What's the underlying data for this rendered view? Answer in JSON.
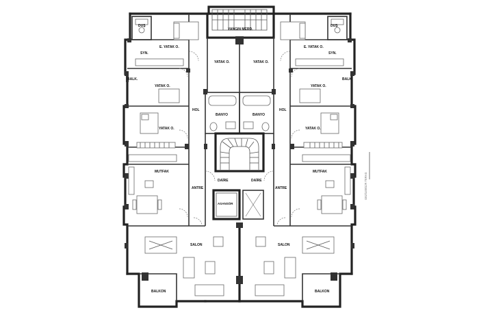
{
  "labels": {
    "yangin_merd": "YANGIN MERD.",
    "dus_left": "DUŞ",
    "dus_right": "DUŞ",
    "e_yatak_left": "E. YATAK O.",
    "e_yatak_right": "E. YATAK O.",
    "syn_left": "SYN.",
    "syn_right": "SYN.",
    "yatak_top_left": "YATAK O.",
    "yatak_top_right": "YATAK O.",
    "balk_left": "BALK.",
    "balk_right": "BALK.",
    "yatak_mid_left": "YATAK O.",
    "yatak_mid_right": "YATAK O.",
    "hol_left": "HOL",
    "hol_right": "HOL",
    "banyo_left": "BANYO",
    "banyo_right": "BANYO",
    "yatak_low_left": "YATAK O.",
    "yatak_low_right": "YATAK O.",
    "mutfak_left": "MUTFAK",
    "mutfak_right": "MUTFAK",
    "daire_left": "DAİRE",
    "daire_right": "DAİRE",
    "antre_left": "ANTRE",
    "antre_right": "ANTRE",
    "asansor": "ASANSÖR",
    "salon_left": "SALON",
    "salon_right": "SALON",
    "balkon_left": "BALKON",
    "balkon_right": "BALKON",
    "side_note": "GEZİLEBİLİR TERAS"
  }
}
